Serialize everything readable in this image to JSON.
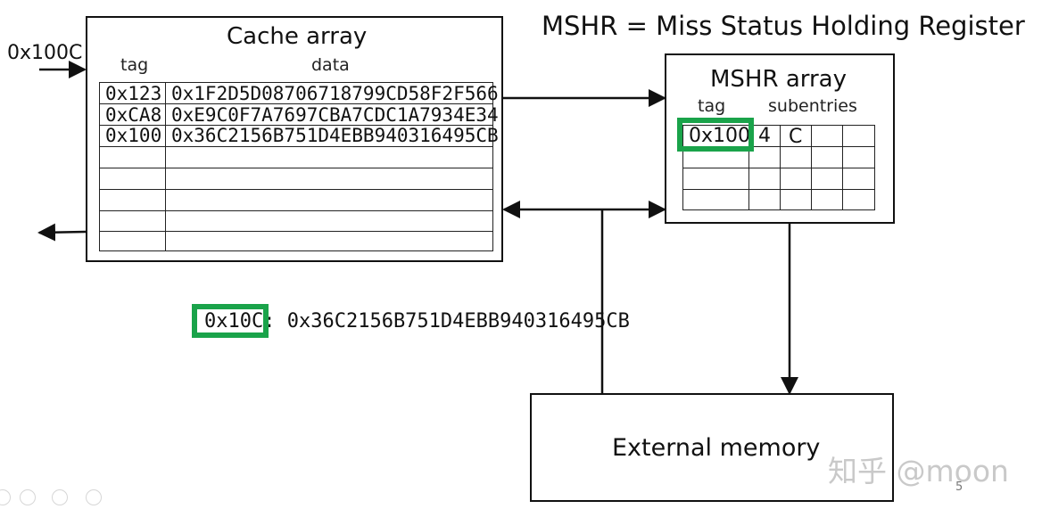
{
  "title": "MSHR = Miss Status Holding Register",
  "input_address": "0x100C",
  "cache_array": {
    "title": "Cache array",
    "tag_header": "tag",
    "data_header": "data",
    "rows": [
      {
        "tag": "0x123",
        "data": "0x1F2D5D08706718799CD58F2F566"
      },
      {
        "tag": "0xCA8",
        "data": "0xE9C0F7A7697CBA7CDC1A7934E34"
      },
      {
        "tag": "0x100",
        "data": "0x36C2156B751D4EBB940316495CB"
      }
    ]
  },
  "mshr_array": {
    "title": "MSHR array",
    "tag_header": "tag",
    "subentries_header": "subentries",
    "entry": {
      "tag": "0x100",
      "subentries": [
        "4",
        "C"
      ]
    }
  },
  "result_line": {
    "address": "0x10C",
    "separator": ":",
    "data": "0x36C2156B751D4EBB940316495CB"
  },
  "external_memory": {
    "label": "External memory"
  },
  "watermark": "知乎 @moon",
  "page_number": "5",
  "colors": {
    "highlight": "#1aa34a",
    "stroke": "#111111"
  }
}
